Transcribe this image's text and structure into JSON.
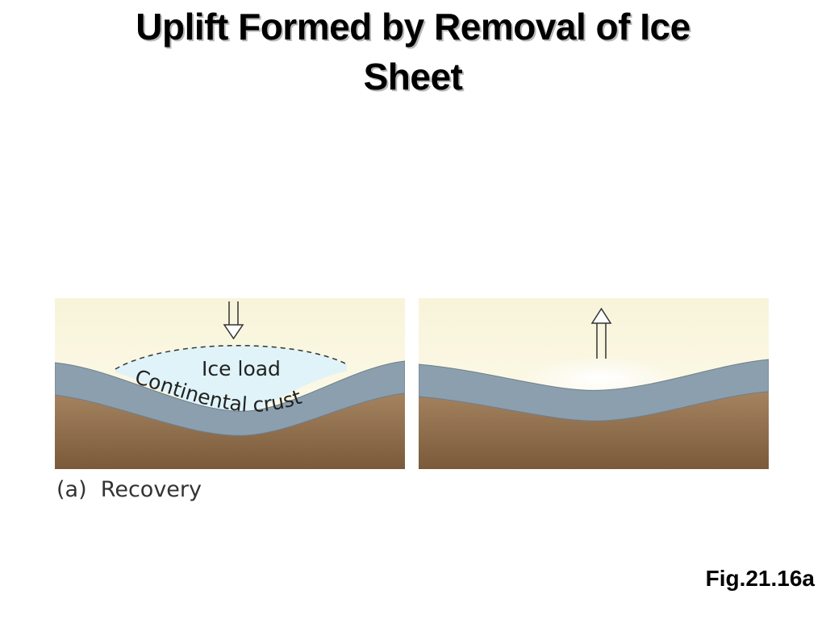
{
  "slide": {
    "title_line1": "Uplift Formed by Removal of Ice",
    "title_line2": "Sheet",
    "figure_reference": "Fig.21.16a"
  },
  "figure": {
    "caption_label": "(a)",
    "caption_text": "Recovery",
    "left_panel": {
      "ice_label": "Ice load",
      "crust_label": "Continental crust",
      "arrow_direction": "down"
    },
    "right_panel": {
      "arrow_direction": "up"
    }
  },
  "colors": {
    "sky": "#f9f6df",
    "ice": "#dff3f8",
    "crust": "#8c9fae",
    "mantle": "#8a6a46"
  }
}
